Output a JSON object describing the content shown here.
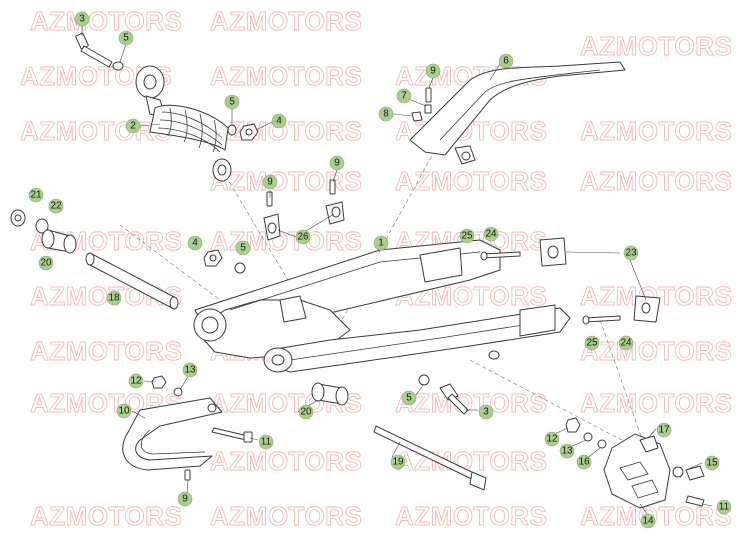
{
  "watermark": {
    "text": "AZMOTORS",
    "color": "#f2b9b9"
  },
  "callout_color": "#a9cf8d",
  "callouts": [
    {
      "id": "c3a",
      "label": "3"
    },
    {
      "id": "c5a",
      "label": "5"
    },
    {
      "id": "c2",
      "label": "2"
    },
    {
      "id": "c5b",
      "label": "5"
    },
    {
      "id": "c4a",
      "label": "4"
    },
    {
      "id": "c9a",
      "label": "9"
    },
    {
      "id": "c7",
      "label": "7"
    },
    {
      "id": "c8",
      "label": "8"
    },
    {
      "id": "c6",
      "label": "6"
    },
    {
      "id": "c9b",
      "label": "9"
    },
    {
      "id": "c9c",
      "label": "9"
    },
    {
      "id": "c26",
      "label": "26"
    },
    {
      "id": "c21",
      "label": "21"
    },
    {
      "id": "c22",
      "label": "22"
    },
    {
      "id": "c20a",
      "label": "20"
    },
    {
      "id": "c4b",
      "label": "4"
    },
    {
      "id": "c5c",
      "label": "5"
    },
    {
      "id": "c1",
      "label": "1"
    },
    {
      "id": "c25a",
      "label": "25"
    },
    {
      "id": "c24a",
      "label": "24"
    },
    {
      "id": "c23",
      "label": "23"
    },
    {
      "id": "c18",
      "label": "18"
    },
    {
      "id": "c25b",
      "label": "25"
    },
    {
      "id": "c24b",
      "label": "24"
    },
    {
      "id": "c12a",
      "label": "12"
    },
    {
      "id": "c13a",
      "label": "13"
    },
    {
      "id": "c10",
      "label": "10"
    },
    {
      "id": "c20b",
      "label": "20"
    },
    {
      "id": "c5d",
      "label": "5"
    },
    {
      "id": "c3b",
      "label": "3"
    },
    {
      "id": "c11a",
      "label": "11"
    },
    {
      "id": "c19",
      "label": "19"
    },
    {
      "id": "c9d",
      "label": "9"
    },
    {
      "id": "c12b",
      "label": "12"
    },
    {
      "id": "c13b",
      "label": "13"
    },
    {
      "id": "c16",
      "label": "16"
    },
    {
      "id": "c17",
      "label": "17"
    },
    {
      "id": "c15",
      "label": "15"
    },
    {
      "id": "c14",
      "label": "14"
    },
    {
      "id": "c11b",
      "label": "11"
    }
  ]
}
